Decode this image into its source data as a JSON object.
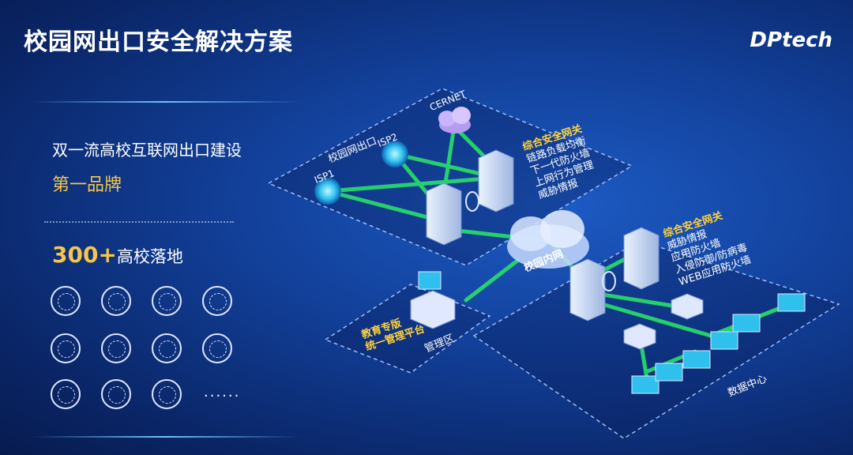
{
  "title": "校园网出口安全解决方案",
  "logo": "DPtech",
  "left": {
    "subtitle": "双一流高校互联网出口建设",
    "brand": "第一品牌",
    "count_num": "300+",
    "count_text": "高校落地",
    "more": "......"
  },
  "diagram": {
    "zone_export": "校园网出口",
    "zone_mgmt": "管理区",
    "zone_dc": "数据中心",
    "isp1": "ISP1",
    "isp2": "ISP2",
    "cernet": "CERNET",
    "cloud_inner": "校园内网",
    "mgmt_platform": [
      "教育专版",
      "统一管理平台"
    ],
    "gateway1": {
      "title": "综合安全网关",
      "items": [
        "链路负载均衡",
        "下一代防火墙",
        "上网行为管理",
        "威胁情报"
      ]
    },
    "gateway2": {
      "title": "综合安全网关",
      "items": [
        "威胁情报",
        "应用防火墙",
        "入侵防御/防病毒",
        "WEB应用防火墙"
      ]
    }
  },
  "colors": {
    "accent_yellow": "#f5c64a",
    "link_green": "#29e06a",
    "bg_blue": "#12409a"
  }
}
